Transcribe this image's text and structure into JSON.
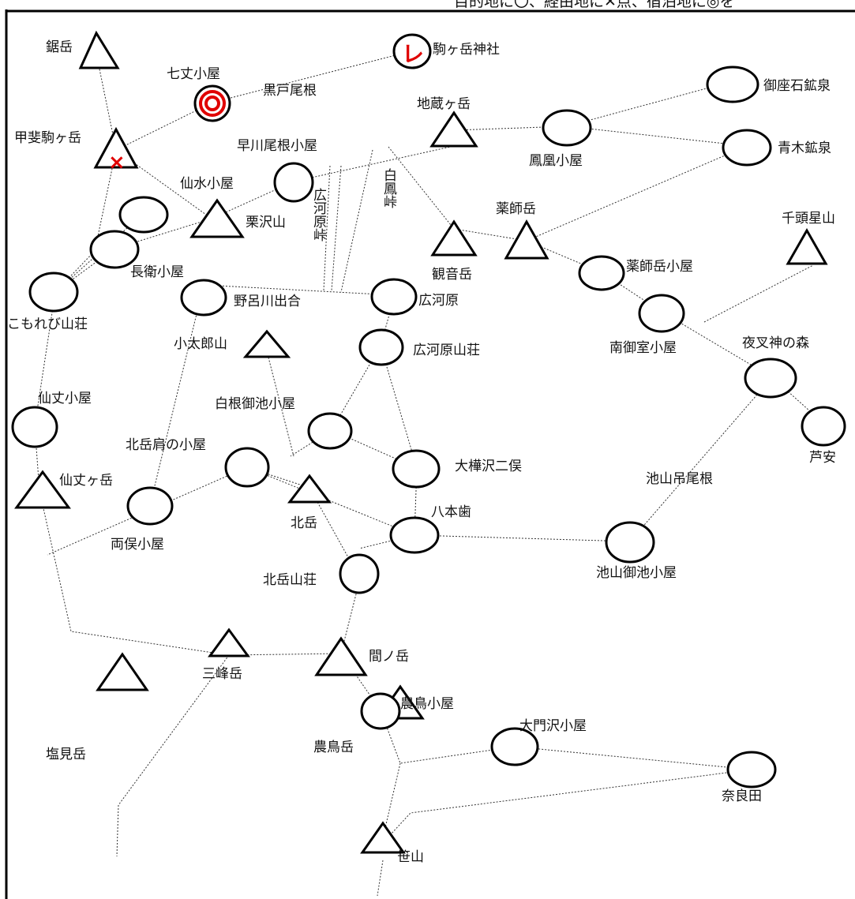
{
  "header_text": "目的地に〇、経由地に✕点、宿泊地に◎を",
  "markers": {
    "destination_mark": "レ",
    "waypoint_mark": "×"
  },
  "colors": {
    "background": "#ffffff",
    "ink": "#000000",
    "route": "#333333",
    "marker": "#e00000"
  },
  "places": {
    "nokodake": "鋸岳",
    "komagatake_jinja": "駒ヶ岳神社",
    "shichijo_goya": "七丈小屋",
    "kurotoone": "黒戸尾根",
    "kaikomagatake": "甲斐駒ヶ岳",
    "jizogatake": "地蔵ヶ岳",
    "gozaishi_kosen": "御座石鉱泉",
    "hoo_goya": "鳳凰小屋",
    "aoki_kosen": "青木鉱泉",
    "hayakawa_one_goya": "早川尾根小屋",
    "sensui_goya": "仙水小屋",
    "hirogawara_toge": "広河原峠",
    "hoo_toge": "白鳳峠",
    "yakushidake": "薬師岳",
    "senzugaboshiyama": "千頭星山",
    "kurisawayama": "栗沢山",
    "kannondake": "観音岳",
    "yakushidake_goya": "薬師岳小屋",
    "chobee_goya": "長衛小屋",
    "komorebi_sanso": "こもれび山荘",
    "norogawa_deai": "野呂川出合",
    "hirogawara": "広河原",
    "minamiomuro_goya": "南御室小屋",
    "yashajin_no_mori": "夜叉神の森",
    "kotarouyama": "小太郎山",
    "hirogawara_sanso": "広河原山荘",
    "senjo_goya": "仙丈小屋",
    "shirane_oike_goya": "白根御池小屋",
    "ashiyasu": "芦安",
    "kitadake_katanokoya": "北岳肩の小屋",
    "okanbasawa_nimata": "大樺沢二俣",
    "ikeyama_tsurione": "池山吊尾根",
    "senjogatake": "仙丈ヶ岳",
    "hachihonba": "八本歯",
    "kitadake": "北岳",
    "ryomata_goya": "両俣小屋",
    "ikeyama_oike_goya": "池山御池小屋",
    "kitadake_sanso": "北岳山荘",
    "ainodake": "間ノ岳",
    "mitsumine": "三峰岳",
    "notori_goya": "農鳥小屋",
    "daimonzawa_goya": "大門沢小屋",
    "notoridake": "農鳥岳",
    "shiomidake": "塩見岳",
    "narada": "奈良田",
    "sasayama": "笹山"
  }
}
